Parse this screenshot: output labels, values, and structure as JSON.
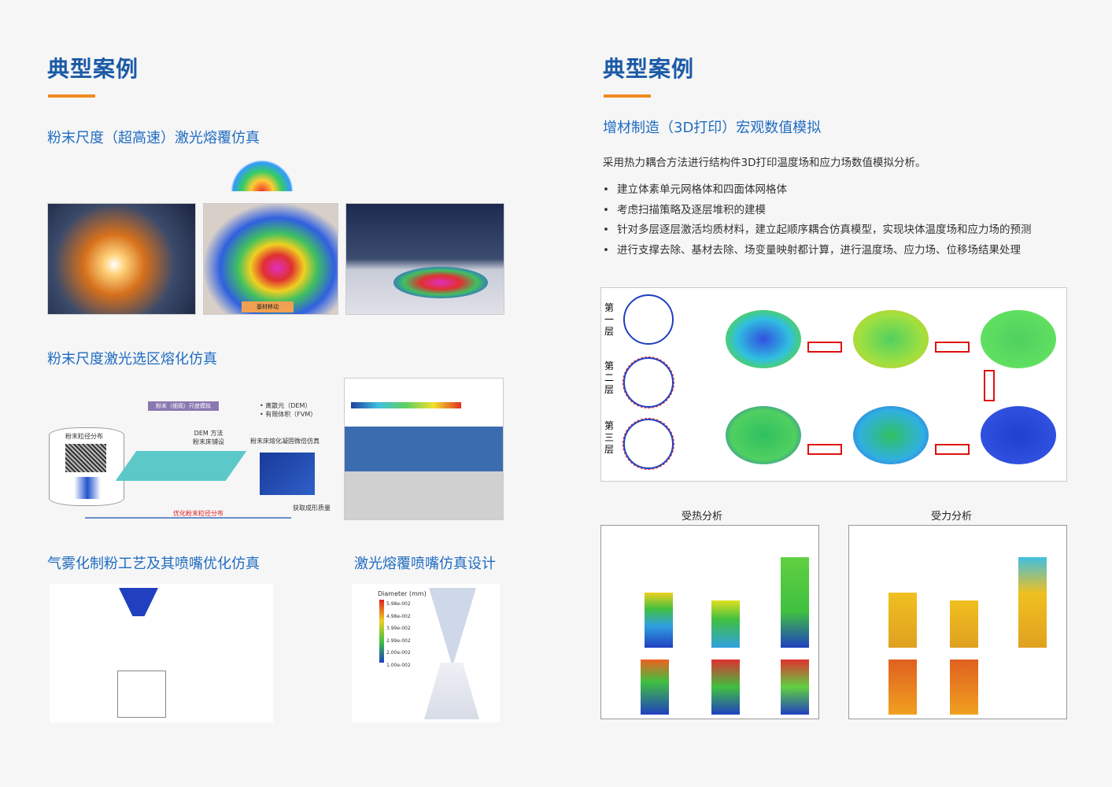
{
  "left": {
    "heading": "典型案例",
    "sections": [
      {
        "title": "粉末尺度（超高速）激光熔覆仿真",
        "image_label": "基材移动"
      },
      {
        "title": "粉末尺度激光选区熔化仿真",
        "diagram": {
          "box_title": "粉末（细观）尺度模拟",
          "bullets": [
            "离散元（DEM）",
            "有限体积（FVM）"
          ],
          "dist_label": "粉末粒径分布",
          "dem_label": "DEM 方法\n粉末床铺设",
          "melt_label": "粉末床熔化凝固微倍仿真",
          "quality_label": "获取成形质量",
          "optimize_label": "优化粉末粒径分布"
        }
      },
      {
        "title": "气雾化制粉工艺及其喷嘴优化仿真"
      },
      {
        "title": "激光熔覆喷嘴仿真设计",
        "legend_title": "Diameter (mm)",
        "legend_values": [
          "5.98e-002",
          "4.98e-002",
          "3.99e-002",
          "2.99e-002",
          "2.00e-002",
          "1.00e-002"
        ]
      }
    ]
  },
  "right": {
    "heading": "典型案例",
    "title": "增材制造（3D打印）宏观数值模拟",
    "intro": "采用热力耦合方法进行结构件3D打印温度场和应力场数值模拟分析。",
    "bullets": [
      "建立体素单元网格体和四面体网格体",
      "考虑扫描策略及逐层堆积的建模",
      "针对多层逐层激活均质材料，建立起顺序耦合仿真模型，实现块体温度场和应力场的预测",
      "进行支撑去除、基材去除、场变量映射都计算，进行温度场、应力场、位移场结果处理"
    ],
    "layers": [
      "第一层",
      "第二层",
      "第三层"
    ],
    "thermal_caption": "受热分析",
    "stress_caption": "受力分析"
  }
}
